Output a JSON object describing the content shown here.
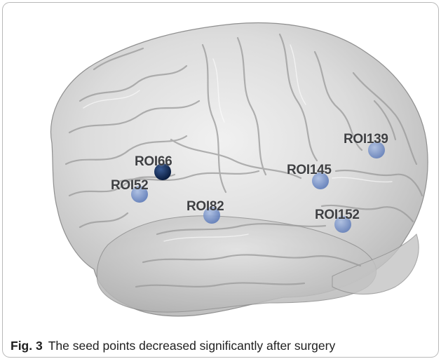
{
  "figure": {
    "label": "Fig. 3",
    "caption": "The seed points decreased significantly after surgery"
  },
  "rois": [
    {
      "label": "ROI66",
      "color": "#0e2752"
    },
    {
      "label": "ROI52",
      "color": "#7e96c8"
    },
    {
      "label": "ROI82",
      "color": "#6f86bf"
    },
    {
      "label": "ROI145",
      "color": "#6a86c6"
    },
    {
      "label": "ROI139",
      "color": "#7f99cf"
    },
    {
      "label": "ROI152",
      "color": "#6f8cc9"
    }
  ],
  "colors": {
    "brain_surface": "#d6d6d6",
    "sulcus": "#9a9a9a",
    "seed_dark": "#0e2752",
    "seed_light": "#7e96c8"
  }
}
